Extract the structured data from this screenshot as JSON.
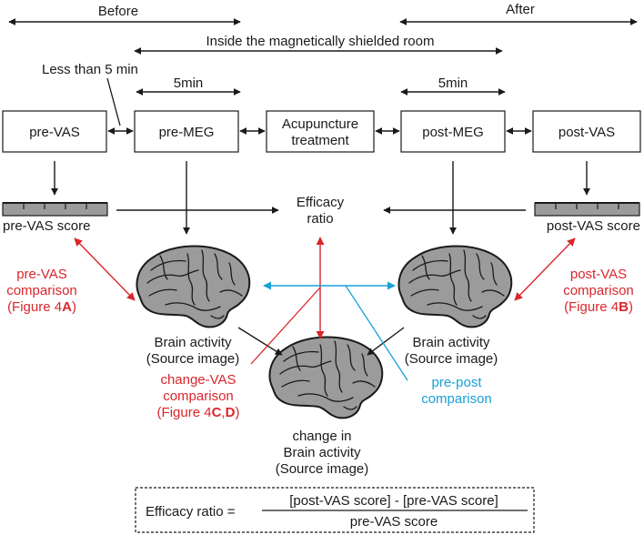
{
  "colors": {
    "black": "#1a1a1a",
    "red": "#d9262c",
    "blue": "#1aa0d6",
    "brain_fill": "#9b9b9b"
  },
  "timeline": {
    "before": "Before",
    "after": "After",
    "shielded_room": "Inside the magnetically shielded room",
    "less_than_5min": "Less than 5 min",
    "five_min_pre": "5min",
    "five_min_post": "5min"
  },
  "steps": {
    "pre_vas": "pre-VAS",
    "pre_meg": "pre-MEG",
    "acupuncture_line1": "Acupuncture",
    "acupuncture_line2": "treatment",
    "post_meg": "post-MEG",
    "post_vas": "post-VAS"
  },
  "scores": {
    "pre_vas_score": "pre-VAS score",
    "post_vas_score": "post-VAS score"
  },
  "efficacy": {
    "line1": "Efficacy",
    "line2": "ratio"
  },
  "comparisons": {
    "pre_vas": {
      "line1": "pre-VAS",
      "line2": "comparison",
      "line3_prefix": "(Figure 4",
      "line3_bold": "A",
      "line3_suffix": ")"
    },
    "post_vas": {
      "line1": "post-VAS",
      "line2": "comparison",
      "line3_prefix": "(Figure 4",
      "line3_bold": "B",
      "line3_suffix": ")"
    },
    "change_vas": {
      "line1": "change-VAS",
      "line2": "comparison",
      "line3_prefix": "(Figure 4",
      "line3_bold1": "C",
      "line3_comma": ",",
      "line3_bold2": "D",
      "line3_suffix": ")"
    },
    "pre_post": {
      "line1": "pre-post",
      "line2": "comparison"
    }
  },
  "brains": {
    "left": {
      "line1": "Brain activity",
      "line2": "(Source image)"
    },
    "right": {
      "line1": "Brain activity",
      "line2": "(Source image)"
    },
    "center": {
      "line1": "change in",
      "line2": "Brain activity",
      "line3": "(Source image)"
    }
  },
  "formula": {
    "lhs": "Efficacy ratio =",
    "numerator": "[post-VAS score] -  [pre-VAS score]",
    "denominator": "pre-VAS score"
  }
}
